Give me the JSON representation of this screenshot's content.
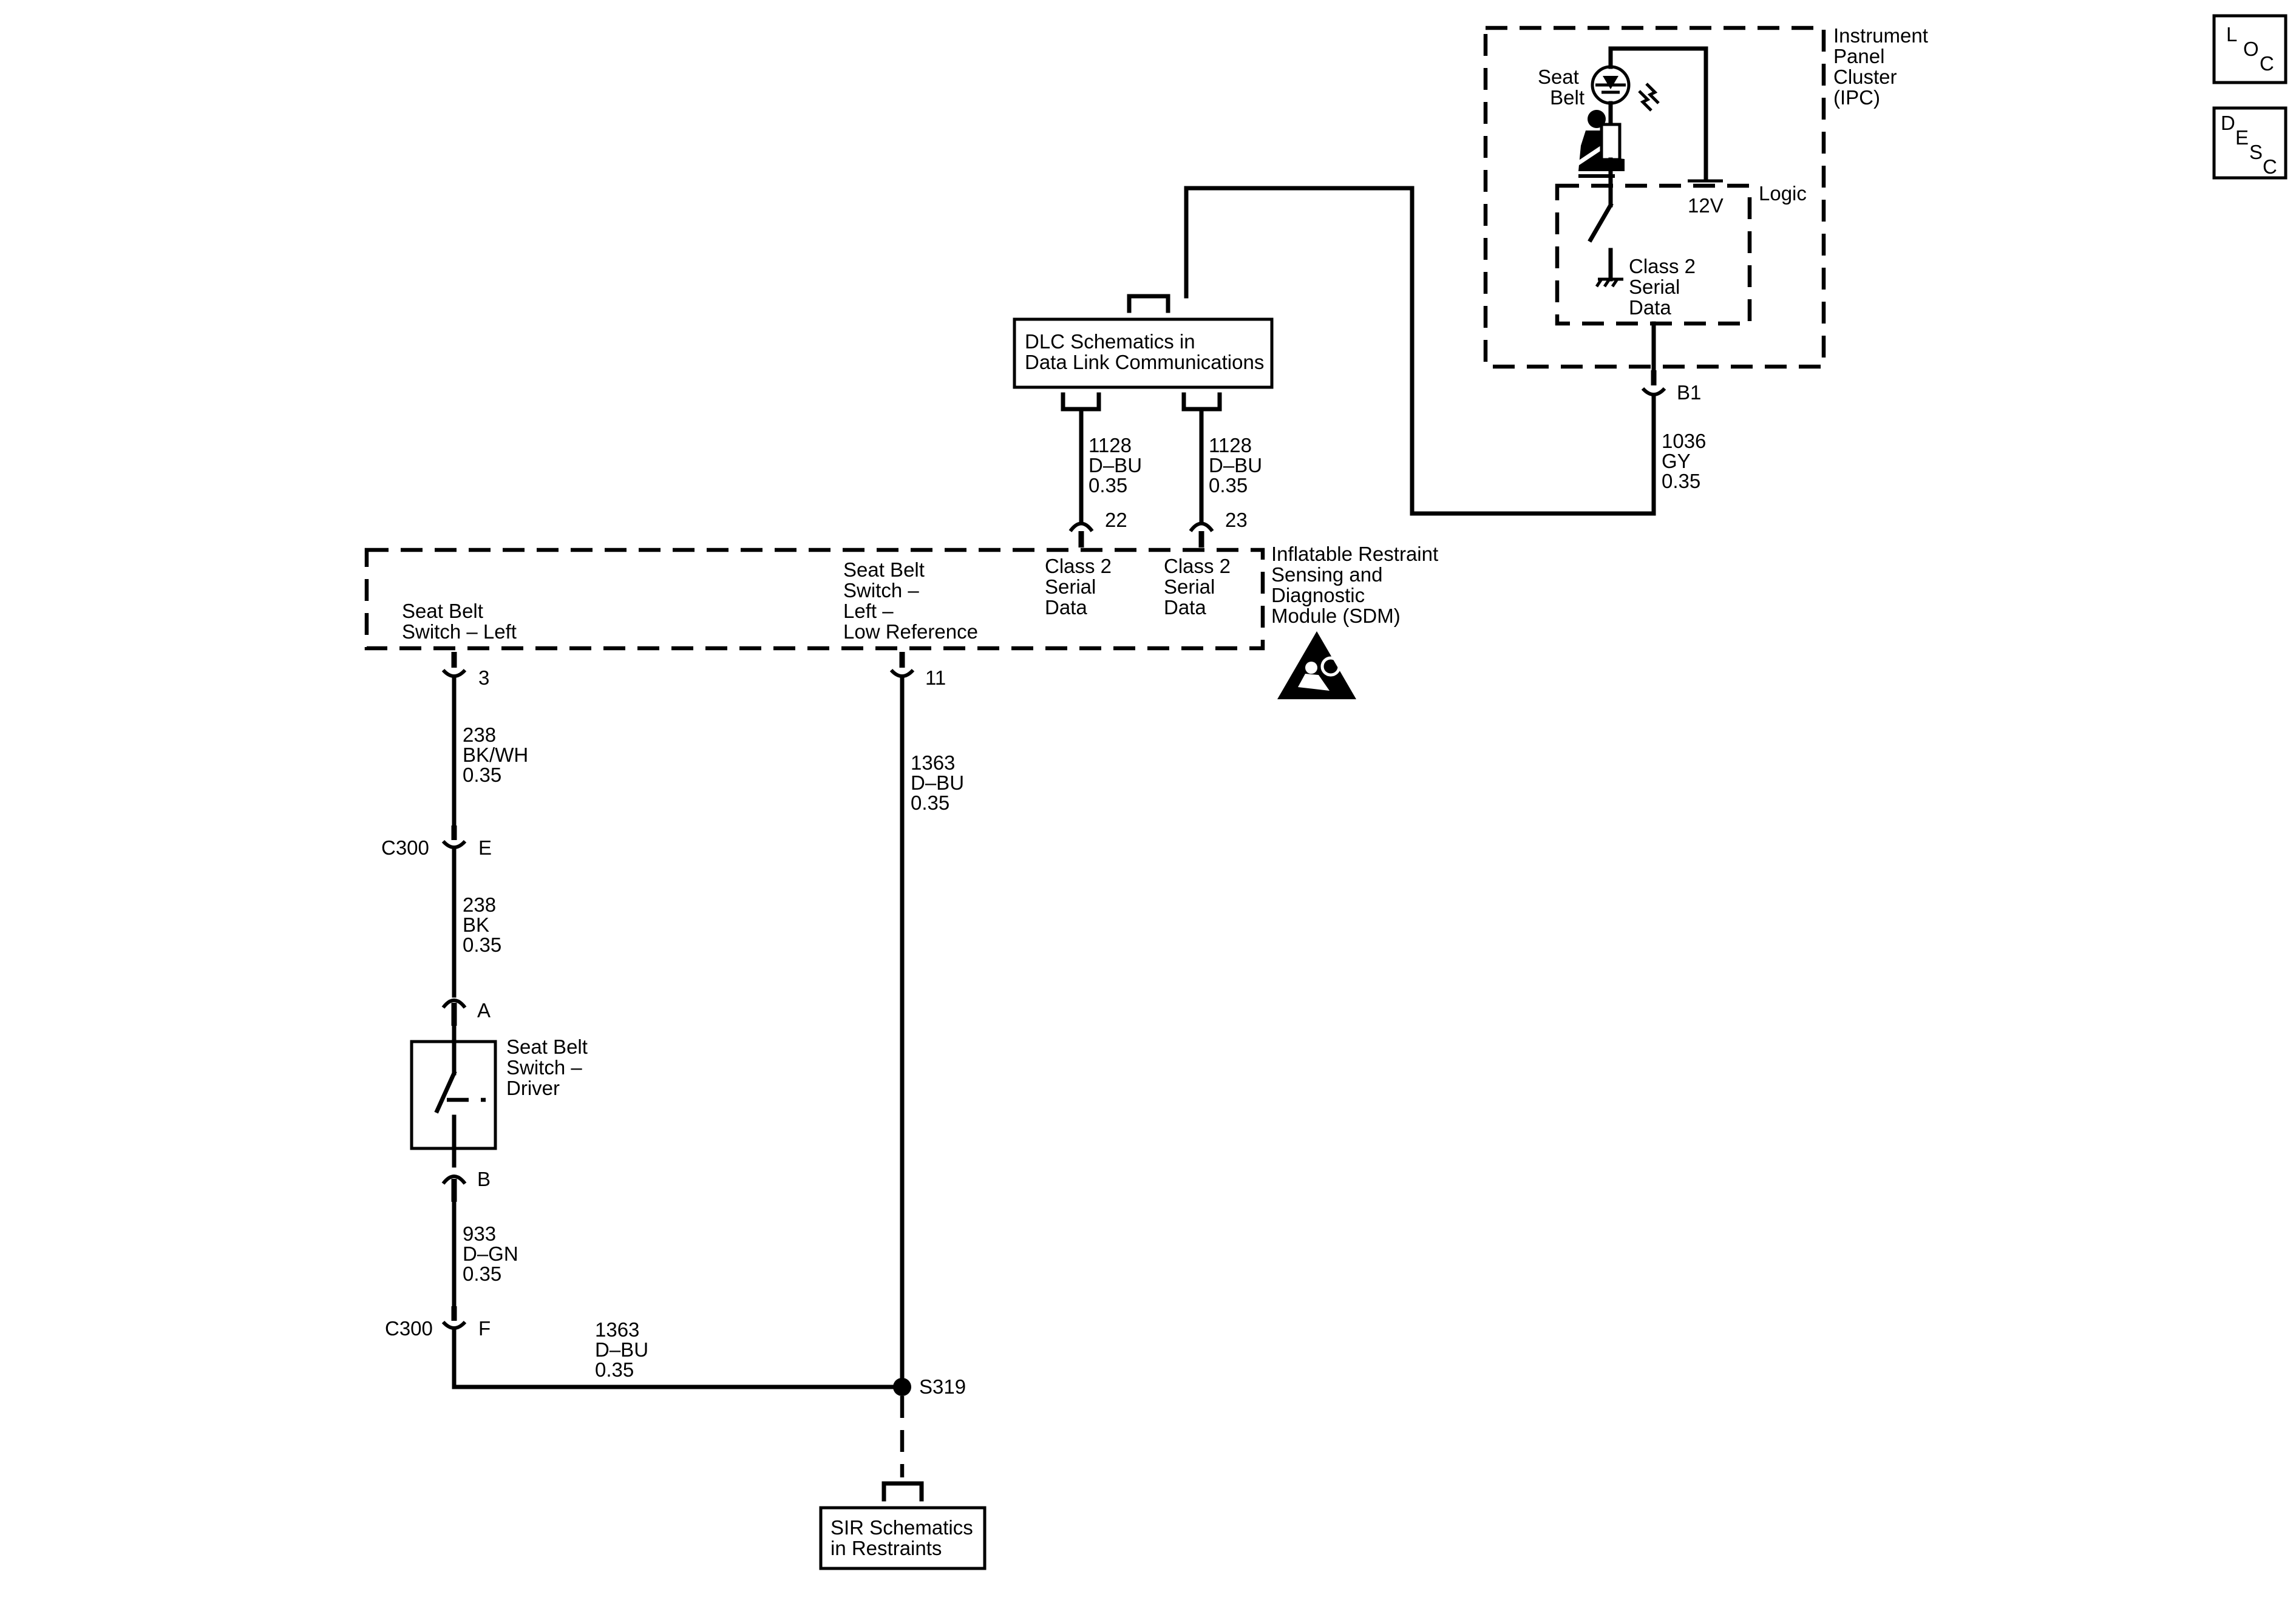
{
  "side_buttons": {
    "loc": {
      "l1": "L",
      "l2": "O",
      "l3": "C"
    },
    "desc": {
      "l1": "D",
      "l2": "E",
      "l3": "S",
      "l4": "C"
    }
  },
  "ipc": {
    "label": [
      "Instrument",
      "Panel",
      "Cluster",
      "(IPC)"
    ],
    "seat_belt_indicator": [
      "Seat",
      "Belt"
    ],
    "logic_label": "Logic",
    "v12": "12V",
    "class2": [
      "Class 2",
      "Serial",
      "Data"
    ],
    "connector": "B1"
  },
  "dlc": {
    "lines": [
      "DLC Schematics in",
      "Data Link Communications"
    ]
  },
  "wires": {
    "w1128a": [
      "1128",
      "D–BU",
      "0.35"
    ],
    "w1128b": [
      "1128",
      "D–BU",
      "0.35"
    ],
    "w1036": [
      "1036",
      "GY",
      "0.35"
    ],
    "w238a": [
      "238",
      "BK/WH",
      "0.35"
    ],
    "w238b": [
      "238",
      "BK",
      "0.35"
    ],
    "w1363a": [
      "1363",
      "D–BU",
      "0.35"
    ],
    "w933": [
      "933",
      "D–GN",
      "0.35"
    ],
    "w1363b": [
      "1363",
      "D–BU",
      "0.35"
    ]
  },
  "sdm": {
    "label": [
      "Inflatable Restraint",
      "Sensing and",
      "Diagnostic",
      "Module (SDM)"
    ],
    "seat_belt_switch_left": [
      "Seat Belt",
      "Switch – Left"
    ],
    "low_ref": [
      "Seat Belt",
      "Switch –",
      "Left –",
      "Low Reference"
    ],
    "class2_22": [
      "Class 2",
      "Serial",
      "Data"
    ],
    "class2_23": [
      "Class 2",
      "Serial",
      "Data"
    ],
    "pins": {
      "p22": "22",
      "p23": "23",
      "p3": "3",
      "p11": "11"
    }
  },
  "connectors": {
    "c300": "C300",
    "pin_e": "E",
    "pin_a": "A",
    "pin_b": "B",
    "pin_f": "F"
  },
  "switch": {
    "label": [
      "Seat Belt",
      "Switch –",
      "Driver"
    ]
  },
  "splice": {
    "label": "S319"
  },
  "sir": {
    "lines": [
      "SIR Schematics",
      "in Restraints"
    ]
  }
}
